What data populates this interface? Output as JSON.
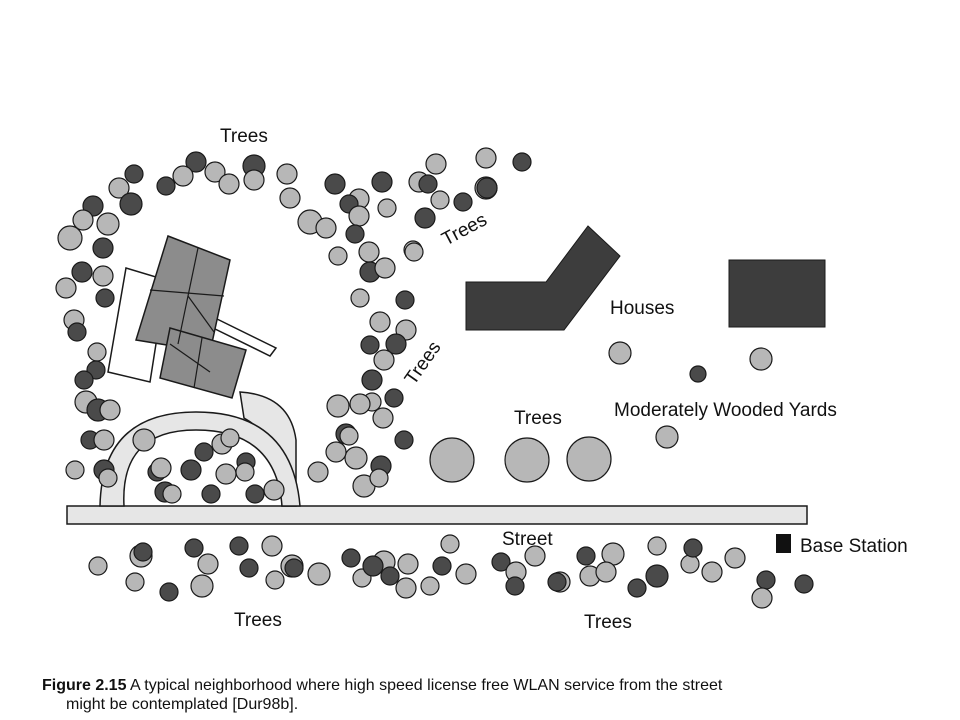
{
  "diagram": {
    "labels": {
      "trees_top": "Trees",
      "trees_diag_upper": "Trees",
      "trees_diag_middle": "Trees",
      "trees_center": "Trees",
      "houses": "Houses",
      "wooded_yards": "Moderately Wooded Yards",
      "street": "Street",
      "base_station": "Base Station",
      "trees_bottom_left": "Trees",
      "trees_bottom_right": "Trees"
    },
    "colors": {
      "tree_light": "#b7b7b7",
      "tree_dark": "#4a4a4a",
      "house": "#3d3d3d",
      "road": "#e6e6e6",
      "outline": "#1a1a1a"
    }
  },
  "caption": {
    "number": "Figure 2.15",
    "line1": "A typical neighborhood where high speed license free WLAN service from the street",
    "line2": "might be contemplated [Dur98b]."
  }
}
